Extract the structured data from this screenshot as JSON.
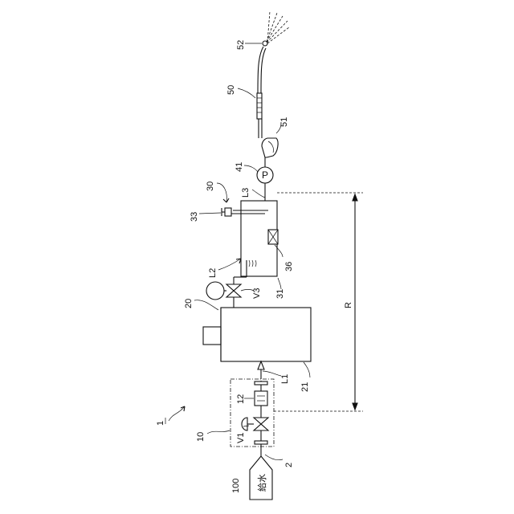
{
  "labels": {
    "l100": "100",
    "supply": "給水",
    "l2": "2",
    "l10": "10",
    "l1": "1",
    "v1": "V1",
    "l12": "12",
    "ln_L1": "L1",
    "l21": "21",
    "l20": "20",
    "v3": "V3",
    "ln_L2": "L2",
    "l31": "31",
    "l36": "36",
    "l33": "33",
    "l30": "30",
    "ln_L3": "L3",
    "l41": "41",
    "pump": "P",
    "l51": "51",
    "l50": "50",
    "l52": "52",
    "range": "R"
  }
}
